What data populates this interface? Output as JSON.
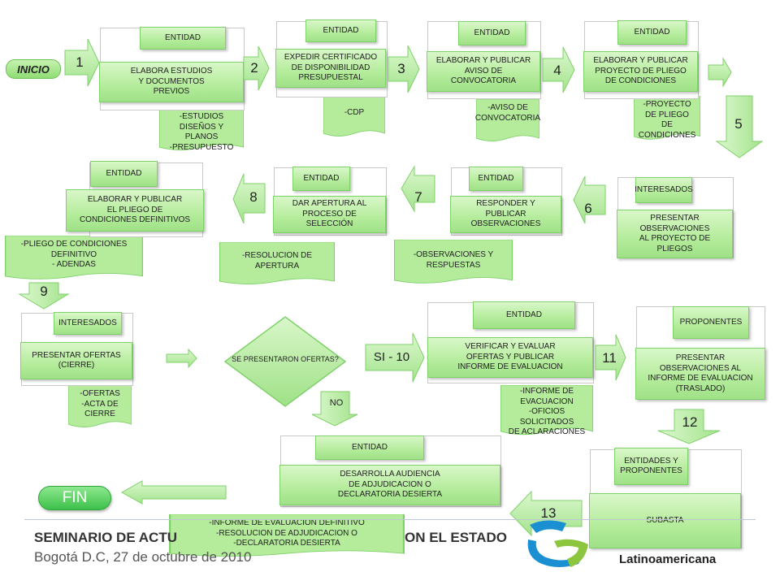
{
  "start_label": "INICIO",
  "end_label": "FIN",
  "lanes": {
    "l1": {
      "actor": "ENTIDAD",
      "task": "ELABORA ESTUDIOS\nY DOCUMENTOS\nPREVIOS",
      "doc": "-ESTUDIOS\nDISEÑOS Y\nPLANOS\n-PRESUPUESTO"
    },
    "l2": {
      "actor": "ENTIDAD",
      "task": "EXPEDIR   CERTIFICADO\nDE DISPONIBILIDAD\nPRESUPUESTAL",
      "doc": "-CDP"
    },
    "l3": {
      "actor": "ENTIDAD",
      "task": "ELABORAR Y PUBLICAR\nAVISO DE\nCONVOCATORIA",
      "doc": "-AVISO DE\nCONVOCATORIA"
    },
    "l4": {
      "actor": "ENTIDAD",
      "task": "ELABORAR Y PUBLICAR\nPROYECTO DE PLIEGO\nDE CONDICIONES",
      "doc": "-PROYECTO\nDE PLIEGO\nDE CONDICIONES"
    },
    "l5": {
      "actor": "INTERESADOS",
      "task": "PRESENTAR\nOBSERVACIONES\nAL PROYECTO DE\nPLIEGOS"
    },
    "l6": {
      "actor": "ENTIDAD",
      "task": "RESPONDER Y\nPUBLICAR\nOBSERVACIONES",
      "doc": "-OBSERVACIONES Y\nRESPUESTAS"
    },
    "l7": {
      "actor": "ENTIDAD",
      "task": "DAR APERTURA AL\nPROCESO DE\nSELECCIÓN",
      "doc": "-RESOLUCION DE\nAPERTURA"
    },
    "l8": {
      "actor": "ENTIDAD",
      "task": "ELABORAR Y PUBLICAR\nEL PLIEGO DE\nCONDICIONES DEFINITIVOS",
      "doc": "-PLIEGO DE CONDICIONES\nDEFINITIVO\n- ADENDAS"
    },
    "l9": {
      "actor": "INTERESADOS",
      "task": "PRESENTAR OFERTAS\n(CIERRE)",
      "doc": "-OFERTAS\n-ACTA DE\nCIERRE"
    },
    "l10": {
      "actor": "ENTIDAD",
      "task": "VERIFICAR Y EVALUAR\nOFERTAS Y PUBLICAR\nINFORME DE EVALUACION",
      "doc": "-INFORME DE\nEVACUACION\n-OFICIOS SOLICITADOS\nDE ACLARACIONES"
    },
    "l11": {
      "actor": "PROPONENTES",
      "task": "PRESENTAR\nOBSERVACIONES AL\nINFORME DE EVALUACION\n(TRASLADO)"
    },
    "l12": {
      "actor": "ENTIDADES Y\nPROPONENTES",
      "task": "SUBASTA"
    },
    "l13": {
      "actor": "ENTIDAD",
      "task": "DESARROLLA AUDIENCIA\nDE ADJUDICACION O\nDECLARATORIA DESIERTA",
      "doc": "-INFORME DE EVALUACION DEFINITIVO\n-RESOLUCION DE ADJUDICACION O\n-DECLARATORIA  DESIERTA"
    }
  },
  "decision": {
    "question": "SE PRESENTARON OFERTAS?",
    "yes": "SI - 10",
    "no": "NO"
  },
  "steps": {
    "s1": "1",
    "s2": "2",
    "s3": "3",
    "s4": "4",
    "s5": "5",
    "s6": "6",
    "s7": "7",
    "s8": "8",
    "s9": "9",
    "s11": "11",
    "s12": "12",
    "s13": "13"
  },
  "footer": {
    "title": "SEMINARIO DE ACTU",
    "title_end": "ON EL ESTADO",
    "date": "Bogotá D.C, 27 de octubre de 2010",
    "org": "Latinoamericana"
  },
  "colors": {
    "box_fill": "#b4ec9b",
    "box_border": "#7fd16a",
    "pill_fill": "#56d16a",
    "logo_blue": "#1a8fd1",
    "logo_green": "#8cc63f"
  }
}
